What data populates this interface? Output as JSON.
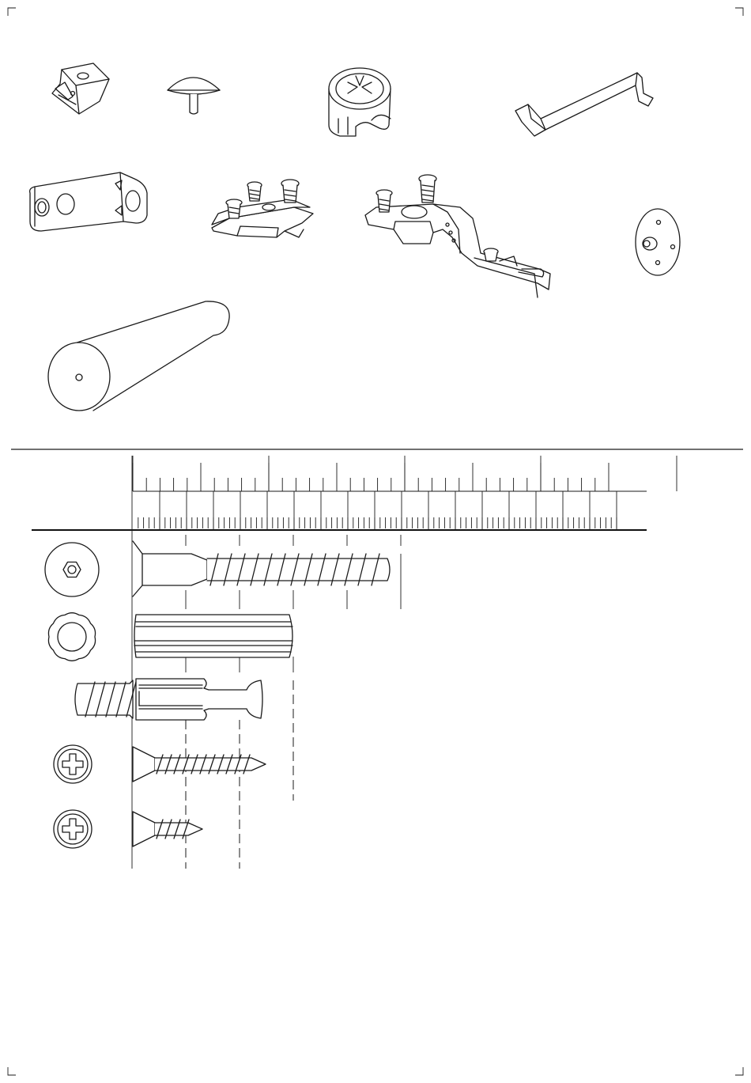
{
  "document": {
    "type": "assembly-hardware-page",
    "parts_overview": [
      {
        "name": "shelf-support-clip-icon"
      },
      {
        "name": "mushroom-cap-icon"
      },
      {
        "name": "cam-lock-icon"
      },
      {
        "name": "hex-key-icon"
      },
      {
        "name": "angle-bracket-icon"
      },
      {
        "name": "hinge-mounting-plate-icon"
      },
      {
        "name": "cabinet-hinge-icon"
      },
      {
        "name": "felt-pad-disc-icon"
      },
      {
        "name": "wooden-dowel-rod-icon"
      }
    ],
    "size_chart": {
      "ruler_major_ticks": 4,
      "rows": [
        {
          "head": "hex-socket-head-icon",
          "part": "connector-bolt-icon",
          "length_units": 5
        },
        {
          "head": "fluted-dowel-end-icon",
          "part": "wooden-dowel-icon",
          "length_units": 3
        },
        {
          "head": "cam-bolt-icon",
          "part": "cam-bolt-shaft-icon",
          "length_units": 2.4
        },
        {
          "head": "phillips-head-icon",
          "part": "long-wood-screw-icon",
          "length_units": 2.5
        },
        {
          "head": "phillips-head-icon",
          "part": "short-wood-screw-icon",
          "length_units": 1.3
        }
      ]
    }
  }
}
